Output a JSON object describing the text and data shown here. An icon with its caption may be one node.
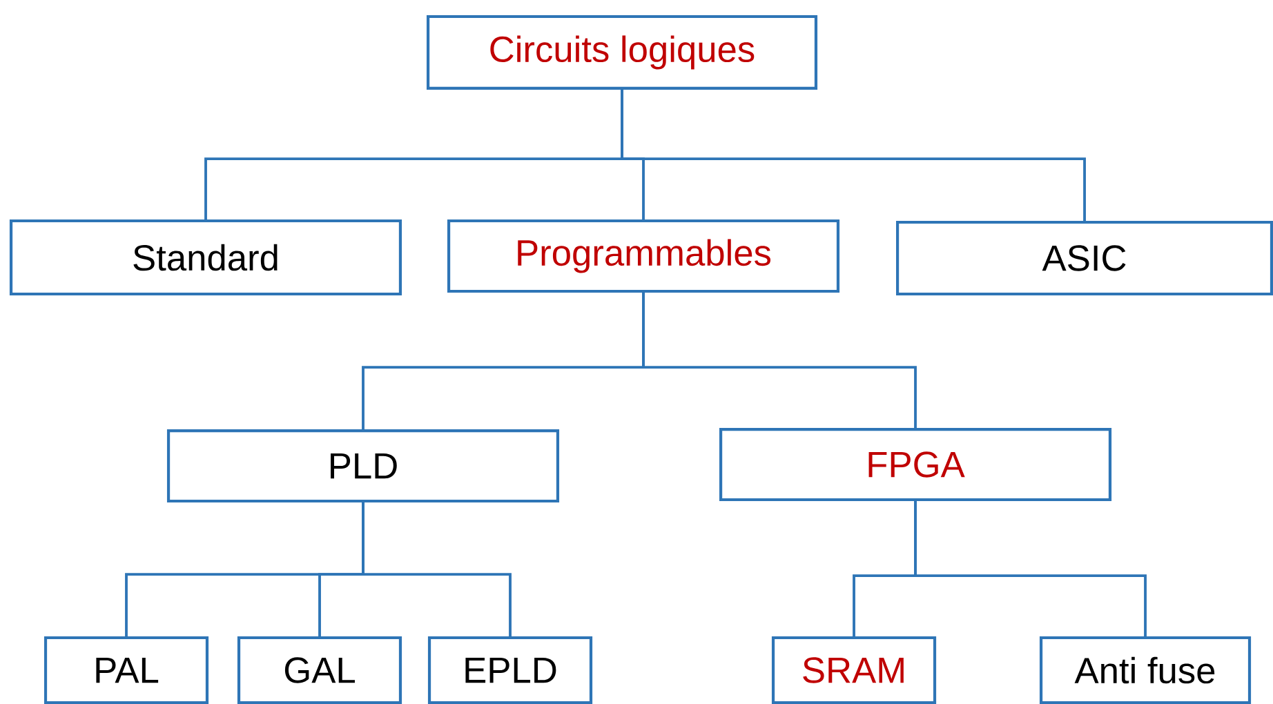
{
  "diagram": {
    "nodes": [
      {
        "text": [
          "Circuits logiques"
        ]
      },
      {
        "text": [
          "Standard"
        ]
      },
      {
        "text": [
          "Programmables"
        ]
      },
      {
        "text": [
          "ASIC"
        ]
      },
      {
        "text": [
          "PLD"
        ]
      },
      {
        "text": [
          "FPGA"
        ]
      },
      {
        "text": [
          "PAL"
        ]
      },
      {
        "text": [
          "GAL"
        ]
      },
      {
        "text": [
          "EPLD"
        ]
      },
      {
        "text": [
          "SRAM"
        ]
      },
      {
        "text": [
          "Anti fuse"
        ]
      }
    ],
    "edges": [
      {
        "from": 0,
        "to": 1,
        "arrow": "none"
      },
      {
        "from": 0,
        "to": 2,
        "arrow": "none"
      },
      {
        "from": 0,
        "to": 3,
        "arrow": "none"
      },
      {
        "from": 2,
        "to": 4,
        "arrow": "none"
      },
      {
        "from": 2,
        "to": 5,
        "arrow": "none"
      },
      {
        "from": 4,
        "to": 6,
        "arrow": "none"
      },
      {
        "from": 4,
        "to": 7,
        "arrow": "none"
      },
      {
        "from": 4,
        "to": 8,
        "arrow": "none"
      },
      {
        "from": 5,
        "to": 9,
        "arrow": "none"
      },
      {
        "from": 5,
        "to": 10,
        "arrow": "none"
      }
    ]
  }
}
